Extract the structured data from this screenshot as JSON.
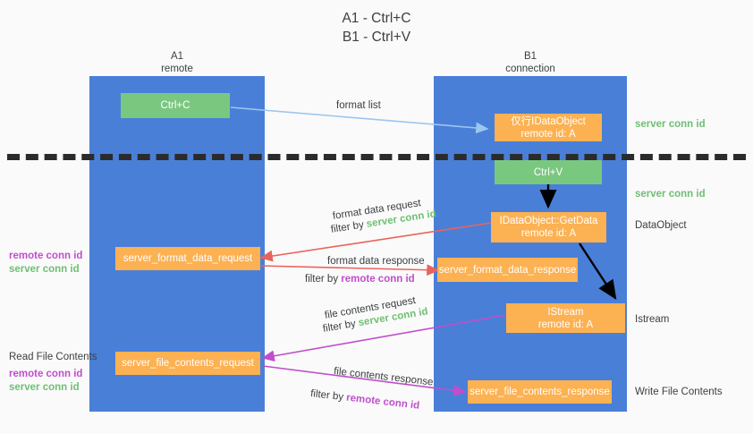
{
  "title": {
    "line1": "A1 - Ctrl+C",
    "line2": "B1 - Ctrl+V"
  },
  "lanes": [
    {
      "name": "A1",
      "sub": "remote"
    },
    {
      "name": "B1",
      "sub": "connection"
    }
  ],
  "boxes": {
    "ctrl_c": "Ctrl+C",
    "ctrl_v": "Ctrl+V",
    "idataobject_l1": "仅行IDataObject",
    "idataobject_l2": "remote id: A",
    "getdata_l1": "IDataObject::GetData",
    "getdata_l2": "remote id: A",
    "istream_l1": "IStream",
    "istream_l2": "remote id: A",
    "server_format_data_request": "server_format_data_request",
    "server_format_data_response": "server_format_data_response",
    "server_file_contents_request": "server_file_contents_request",
    "server_file_contents_response": "server_file_contents_response"
  },
  "notes": {
    "right_server_conn_1": "server conn id",
    "right_server_conn_2": "server conn id",
    "right_dataobject": "DataObject",
    "right_istream": "Istream",
    "right_write_file_contents": "Write File Contents",
    "left_remote_conn_1": "remote conn id",
    "left_server_conn_1": "server conn id",
    "left_read_file_contents": "Read File Contents",
    "left_remote_conn_2": "remote conn id",
    "left_server_conn_2": "server conn id"
  },
  "edges": {
    "format_list": "format list",
    "format_data_request": "format data request",
    "filter_by_prefix": "filter by ",
    "server_conn_id": "server conn id",
    "remote_conn_id": "remote conn id",
    "format_data_response": "format data response",
    "file_contents_request": "file contents request",
    "file_contents_response": "file contents response"
  },
  "colors": {
    "lane": "#4a7fd8",
    "green_box": "#7ac87f",
    "orange_box": "#fcb152",
    "arrow_lightblue": "#9cc6ef",
    "arrow_red": "#e8645a",
    "arrow_purple": "#c14ecd",
    "arrow_black": "#000000",
    "note_green": "#6fbf73",
    "note_purple": "#c14ecd",
    "background": "#fafafa"
  }
}
